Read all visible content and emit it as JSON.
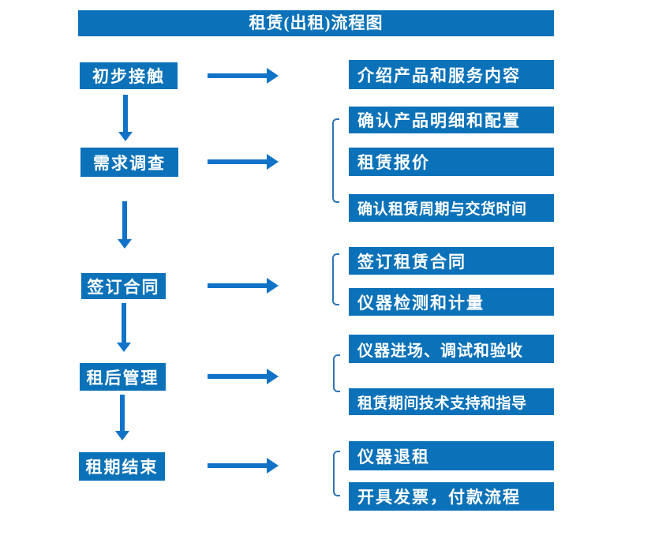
{
  "title": "租赁(出租)流程图",
  "colors": {
    "primary": "#0B72B9",
    "arrow": "#1173C8",
    "bracket": "#2E75B6",
    "box_text": "#FFFFFF",
    "background": "#FFFFFF"
  },
  "steps": [
    {
      "label": "初步接触",
      "outputs": [
        "介绍产品和服务内容"
      ]
    },
    {
      "label": "需求调查",
      "outputs": [
        "确认产品明细和配置",
        "租赁报价",
        "确认租赁周期与交货时间"
      ]
    },
    {
      "label": "签订合同",
      "outputs": [
        "签订租赁合同",
        "仪器检测和计量"
      ]
    },
    {
      "label": "租后管理",
      "outputs": [
        "仪器进场、调试和验收",
        "租赁期间技术支持和指导"
      ]
    },
    {
      "label": "租期结束",
      "outputs": [
        "仪器退租",
        "开具发票，付款流程"
      ]
    }
  ]
}
